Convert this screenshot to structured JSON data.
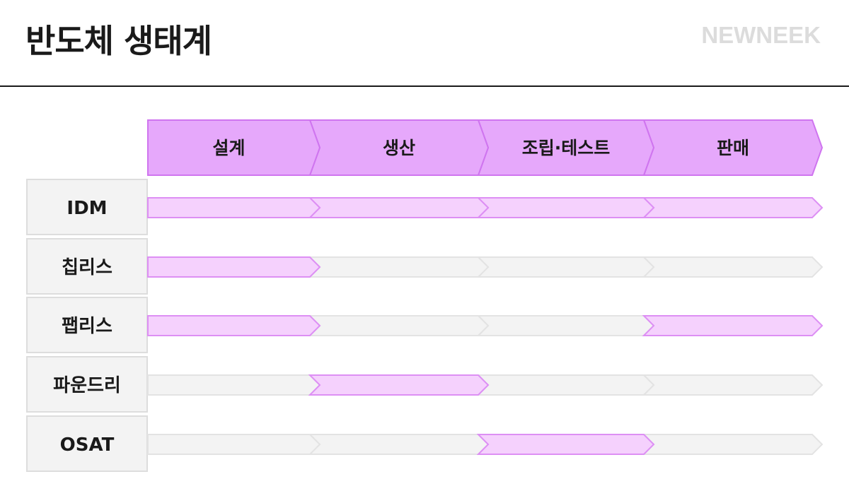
{
  "header": {
    "title": "반도체 생태계",
    "brand": "NEWNEEK"
  },
  "colors": {
    "stage_fill": "#e6a8fb",
    "stage_stroke": "#cf75ef",
    "active_fill": "#f5d1fd",
    "active_stroke": "#dd8ff4",
    "inactive_fill": "#f3f3f3",
    "inactive_stroke": "#e3e3e3",
    "label_fill": "#f3f3f3",
    "label_stroke": "#dddddd"
  },
  "stages": [
    "설계",
    "생산",
    "조립·테스트",
    "판매"
  ],
  "rows": [
    {
      "label": "IDM",
      "active": [
        true,
        true,
        true,
        true
      ]
    },
    {
      "label": "칩리스",
      "active": [
        true,
        false,
        false,
        false
      ]
    },
    {
      "label": "팹리스",
      "active": [
        true,
        false,
        false,
        true
      ]
    },
    {
      "label": "파운드리",
      "active": [
        false,
        true,
        false,
        false
      ]
    },
    {
      "label": "OSAT",
      "active": [
        false,
        false,
        true,
        false
      ]
    }
  ]
}
